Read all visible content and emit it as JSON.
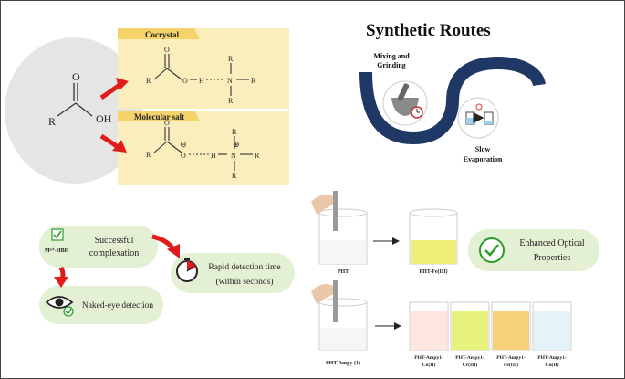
{
  "synthesis": {
    "title": "Synthetic Routes",
    "route1_line1": "Mixing and",
    "route1_line2": "Grinding",
    "route2_line1": "Slow",
    "route2_line2": "Evaporation"
  },
  "chemistry": {
    "acid_R": "R",
    "acid_O": "O",
    "acid_OH": "OH",
    "cocrystal_label": "Cocrystal",
    "salt_label": "Molecular salt",
    "atoms": {
      "R": "R",
      "O": "O",
      "H": "H",
      "N": "N",
      "minus": "⊖",
      "plus": "⊕"
    }
  },
  "detection": {
    "ion_label": "Mⁿ⁺-HBH",
    "success_line1": "Successful",
    "success_line2": "complexation",
    "rapid_line1": "Rapid detection time",
    "rapid_line2": "(within seconds)",
    "nakedeye": "Naked-eye detection"
  },
  "optical": {
    "line1": "Enhanced Optical",
    "line2": "Properties"
  },
  "vials": {
    "top_left": "PHT",
    "top_right": "PHT-Fe(III)",
    "bottom_left": "PHT-Ampy (1)",
    "bottom": [
      {
        "line1": "PHT-Ampy1-",
        "line2": "Co(II)",
        "color": "#fde6de"
      },
      {
        "line1": "PHT-Ampy1-",
        "line2": "Cr(III)",
        "color": "#e6f27a"
      },
      {
        "line1": "PHT-Ampy1-",
        "line2": "Fe(III)",
        "color": "#f8d27a"
      },
      {
        "line1": "PHT-Ampy1-",
        "line2": "Cu(II)",
        "color": "#e3f3f7"
      }
    ]
  },
  "colors": {
    "panel_yellow": "#fbeebd",
    "label_yellow": "#f6d36a",
    "arrow_red": "#e11a1a",
    "green_box": "#e3f0d4",
    "route_navy": "#1f3865"
  }
}
